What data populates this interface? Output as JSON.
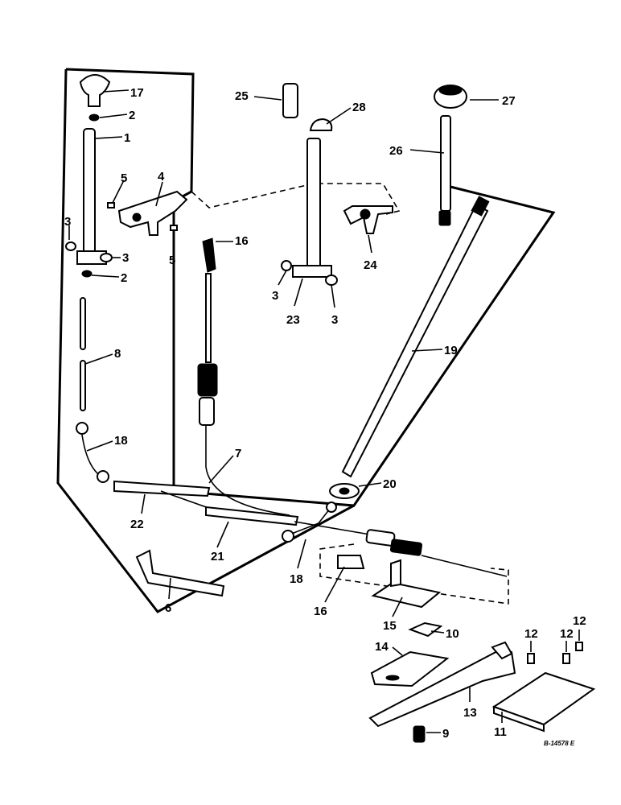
{
  "diagram": {
    "callouts": [
      "17",
      "2",
      "1",
      "5",
      "4",
      "3",
      "3",
      "5",
      "2",
      "8",
      "18",
      "22",
      "21",
      "6",
      "16",
      "7",
      "25",
      "28",
      "3",
      "23",
      "3",
      "24",
      "26",
      "27",
      "19",
      "20",
      "18",
      "16",
      "15",
      "10",
      "14",
      "13",
      "9",
      "11",
      "12",
      "12",
      "12"
    ],
    "drawing_number": "B-14578 E"
  }
}
